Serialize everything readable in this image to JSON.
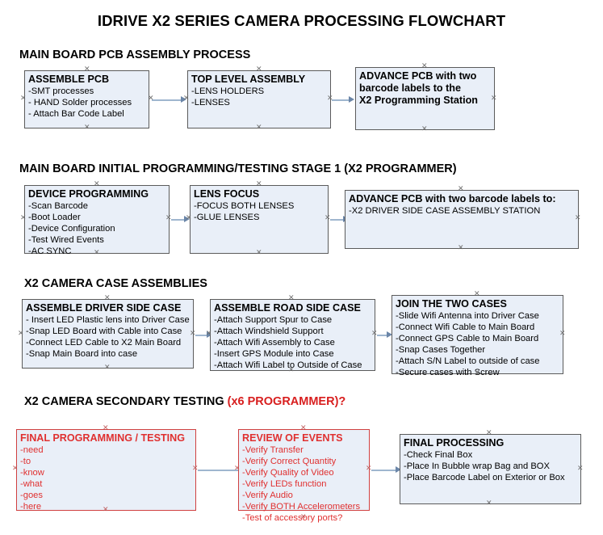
{
  "document": {
    "title": "IDRIVE X2  SERIES CAMERA PROCESSING FLOWCHART"
  },
  "colors": {
    "box_fill": "#e9eff8",
    "box_border": "#5b5b5b",
    "red_accent": "#d81e1e",
    "connector": "#9fb6cf",
    "text": "#000000"
  },
  "sections": [
    {
      "id": "main-board-pcb-assembly-process",
      "heading": "MAIN BOARD PCB ASSEMBLY PROCESS",
      "heading_accent": "",
      "boxes": [
        {
          "id": "assemble-pcb",
          "title": "ASSEMBLE PCB",
          "lines": [
            "-SMT processes",
            "- HAND Solder processes",
            "- Attach Bar Code Label"
          ]
        },
        {
          "id": "top-level-assembly",
          "title": "TOP LEVEL ASSEMBLY",
          "lines": [
            "-LENS HOLDERS",
            "-LENSES"
          ]
        },
        {
          "id": "advance-pcb-to-x2-programming-station",
          "title": "ADVANCE PCB with two",
          "lines": [
            "barcode labels to the",
            " X2 Programming Station"
          ]
        }
      ]
    },
    {
      "id": "main-board-initial-programming-testing-stage-1",
      "heading": "MAIN BOARD INITIAL PROGRAMMING/TESTING STAGE 1 (X2 PROGRAMMER)",
      "heading_accent": "",
      "boxes": [
        {
          "id": "device-programming",
          "title": "DEVICE PROGRAMMING",
          "lines": [
            "-Scan Barcode",
            "-Boot Loader",
            "-Device Configuration",
            "-Test Wired Events",
            "-AC SYNC"
          ]
        },
        {
          "id": "lens-focus",
          "title": "LENS FOCUS",
          "lines": [
            "-FOCUS BOTH LENSES",
            "-GLUE LENSES"
          ]
        },
        {
          "id": "advance-pcb-to-driver-side-case-assembly",
          "title": "ADVANCE PCB with two barcode labels to:",
          "lines": [
            "-X2 DRIVER  SIDE  CASE  ASSEMBLY STATION"
          ]
        }
      ]
    },
    {
      "id": "x2-camera-case-assemblies",
      "heading": "X2 CAMERA CASE ASSEMBLIES",
      "heading_accent": "",
      "boxes": [
        {
          "id": "assemble-driver-side-case",
          "title": "ASSEMBLE DRIVER SIDE CASE",
          "lines": [
            "- Insert LED Plastic lens into Driver Case",
            "-Snap LED Board with Cable into Case",
            "-Connect LED Cable to X2 Main Board",
            "-Snap Main Board into case"
          ]
        },
        {
          "id": "assemble-road-side-case",
          "title": "ASSEMBLE ROAD SIDE CASE",
          "lines": [
            "-Attach Support Spur to Case",
            "-Attach Windshield Support",
            "-Attach Wifi Assembly to Case",
            "-Insert GPS Module into Case",
            "-Attach Wifi Label to Outside of Case"
          ]
        },
        {
          "id": "join-the-two-cases",
          "title": "JOIN THE TWO CASES",
          "lines": [
            "-Slide Wifi Antenna into Driver Case",
            "-Connect Wifi Cable to Main Board",
            "-Connect GPS Cable to Main Board",
            "-Snap Cases Together",
            "-Attach S/N Label to outside of case",
            "-Secure cases with Screw"
          ]
        }
      ]
    },
    {
      "id": "x2-camera-secondary-testing",
      "heading": "X2 CAMERA SECONDARY TESTING ",
      "heading_accent": "(x6 PROGRAMMER)?",
      "boxes": [
        {
          "id": "final-programming-testing",
          "title": "FINAL PROGRAMMING / TESTING",
          "lines": [
            "-need",
            "-to",
            "-know",
            "-what",
            "-goes",
            "-here"
          ]
        },
        {
          "id": "review-of-events",
          "title": "REVIEW OF EVENTS",
          "lines": [
            "-Verify Transfer",
            "-Verify Correct Quantity",
            "-Verify Quality of Video",
            "-Verify LEDs function",
            "-Verify Audio",
            "-Verify BOTH Accelerometers",
            "-Test of accessory ports?"
          ]
        },
        {
          "id": "final-processing",
          "title": "FINAL PROCESSING",
          "lines": [
            "-Check Final Box",
            "-Place In Bubble wrap Bag and BOX",
            "-Place Barcode Label on Exterior or Box"
          ]
        }
      ]
    }
  ],
  "connectors": [
    {
      "id": "assemble-pcb-to-top-level-assembly"
    },
    {
      "id": "top-level-assembly-to-advance-pcb"
    },
    {
      "id": "device-programming-to-lens-focus"
    },
    {
      "id": "lens-focus-to-advance-pcb"
    },
    {
      "id": "driver-side-case-to-road-side-case"
    },
    {
      "id": "road-side-case-to-join-the-two-cases"
    },
    {
      "id": "final-programming-to-review-of-events"
    },
    {
      "id": "review-of-events-to-final-processing"
    }
  ]
}
